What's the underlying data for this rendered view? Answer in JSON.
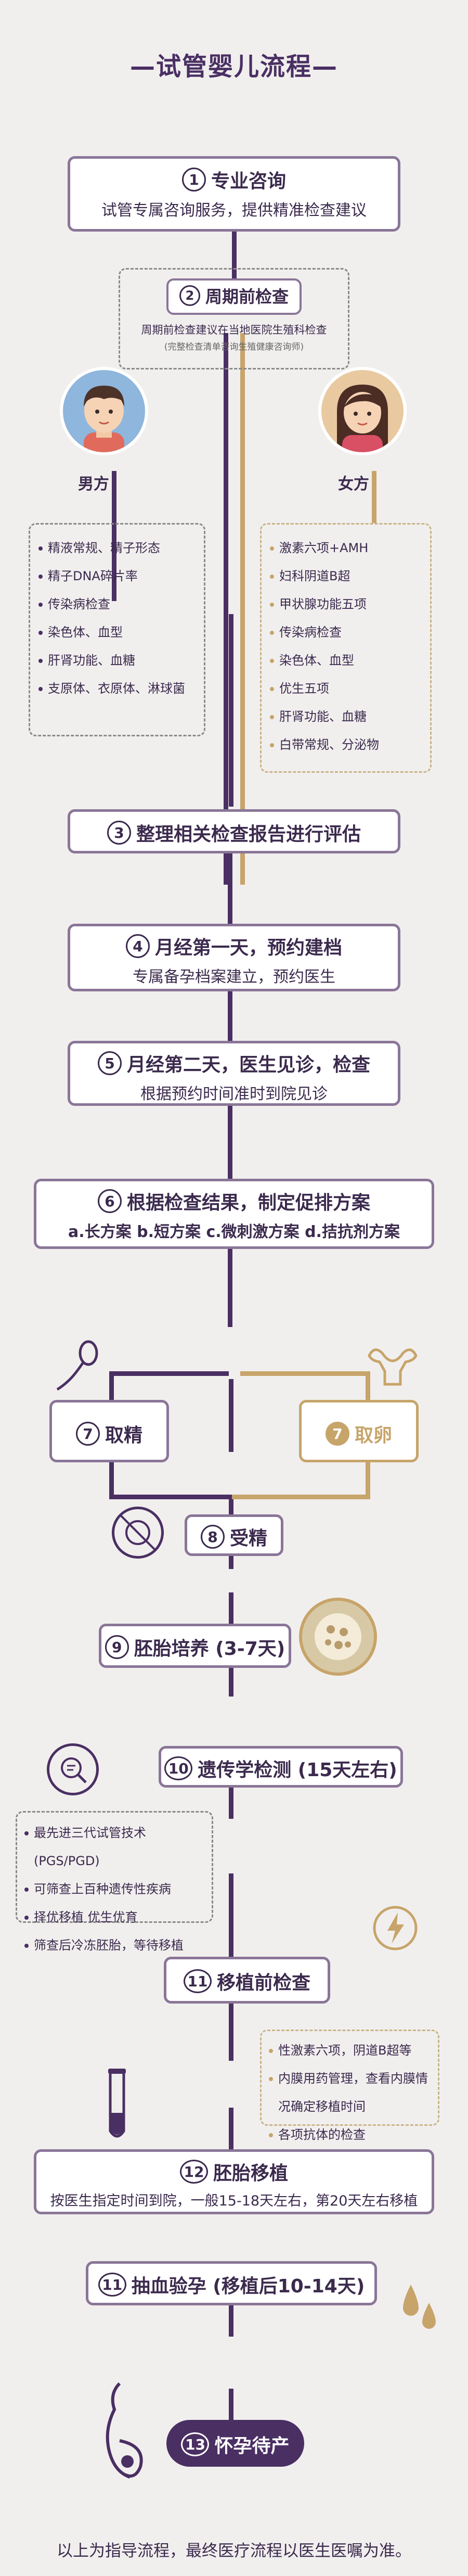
{
  "title": "—试管婴儿流程—",
  "steps": {
    "s1": {
      "num": "1",
      "title": "专业咨询",
      "sub": "试管专属咨询服务，提供精准检查建议"
    },
    "s2": {
      "num": "2",
      "title": "周期前检查",
      "sub": "周期前检查建议在当地医院生殖科检查",
      "note": "(完整检查清单咨询生殖健康咨询师)"
    },
    "male_label": "男方",
    "female_label": "女方",
    "male_items": [
      "精液常规、精子形态",
      "精子DNA碎片率",
      "传染病检查",
      "染色体、血型",
      "肝肾功能、血糖",
      "支原体、衣原体、淋球菌"
    ],
    "female_items": [
      "激素六项+AMH",
      "妇科阴道B超",
      "甲状腺功能五项",
      "传染病检查",
      "染色体、血型",
      "优生五项",
      "肝肾功能、血糖",
      "白带常规、分泌物"
    ],
    "s3": {
      "num": "3",
      "title": "整理相关检查报告进行评估"
    },
    "s4": {
      "num": "4",
      "title": "月经第一天，预约建档",
      "sub": "专属备孕档案建立，预约医生"
    },
    "s5": {
      "num": "5",
      "title": "月经第二天，医生见诊，检查",
      "sub": "根据预约时间准时到院见诊"
    },
    "s6": {
      "num": "6",
      "title": "根据检查结果，制定促排方案",
      "sub": "a.长方案 b.短方案 c.微刺激方案 d.拮抗剂方案"
    },
    "s7m": {
      "num": "7",
      "title": "取精"
    },
    "s7f": {
      "num": "7",
      "title": "取卵"
    },
    "s8": {
      "num": "8",
      "title": "受精"
    },
    "s9": {
      "num": "9",
      "title": "胚胎培养 (3-7天)"
    },
    "s10": {
      "num": "10",
      "title": "遗传学检测 (15天左右)"
    },
    "genetic_items": [
      "最先进三代试管技术 (PGS/PGD)",
      "可筛查上百种遗传性疾病",
      "择优移植 优生优育",
      "筛查后冷冻胚胎，等待移植"
    ],
    "s11": {
      "num": "11",
      "title": "移植前检查"
    },
    "pre_transfer_items": [
      "性激素六项，阴道B超等",
      "内膜用药管理，查看内膜情况确定移植时间",
      "各项抗体的检查"
    ],
    "s12": {
      "num": "12",
      "title": "胚胎移植",
      "sub": "按医生指定时间到院，一般15-18天左右，第20天左右移植"
    },
    "s11b": {
      "num": "11",
      "title": "抽血验孕 (移植后10-14天)"
    },
    "s13": {
      "num": "13",
      "title": "怀孕待产"
    }
  },
  "footer": "以上为指导流程，最终医疗流程以医生医嘱为准。",
  "colors": {
    "purple": "#4a2f63",
    "gold": "#c7a46a",
    "border": "#8a7698",
    "background": "#f1efee"
  }
}
